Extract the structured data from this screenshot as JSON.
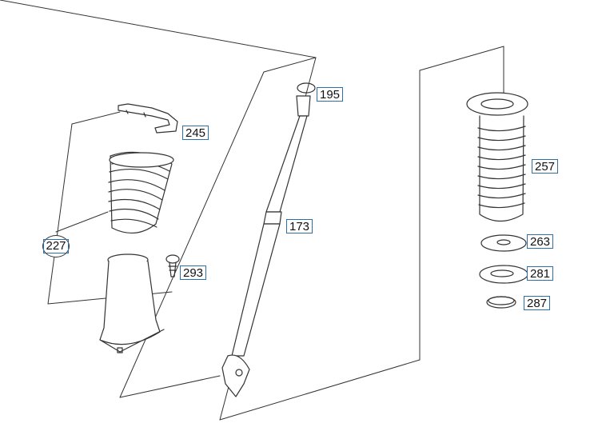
{
  "parts": [
    {
      "key": "p195",
      "label": "195"
    },
    {
      "key": "p245",
      "label": "245"
    },
    {
      "key": "p257",
      "label": "257"
    },
    {
      "key": "p227",
      "label": "227"
    },
    {
      "key": "p173",
      "label": "173"
    },
    {
      "key": "p263",
      "label": "263"
    },
    {
      "key": "p293",
      "label": "293"
    },
    {
      "key": "p281",
      "label": "281"
    },
    {
      "key": "p287",
      "label": "287"
    }
  ],
  "colors": {
    "line": "#333333",
    "callout_border": "#2b6ea8"
  }
}
